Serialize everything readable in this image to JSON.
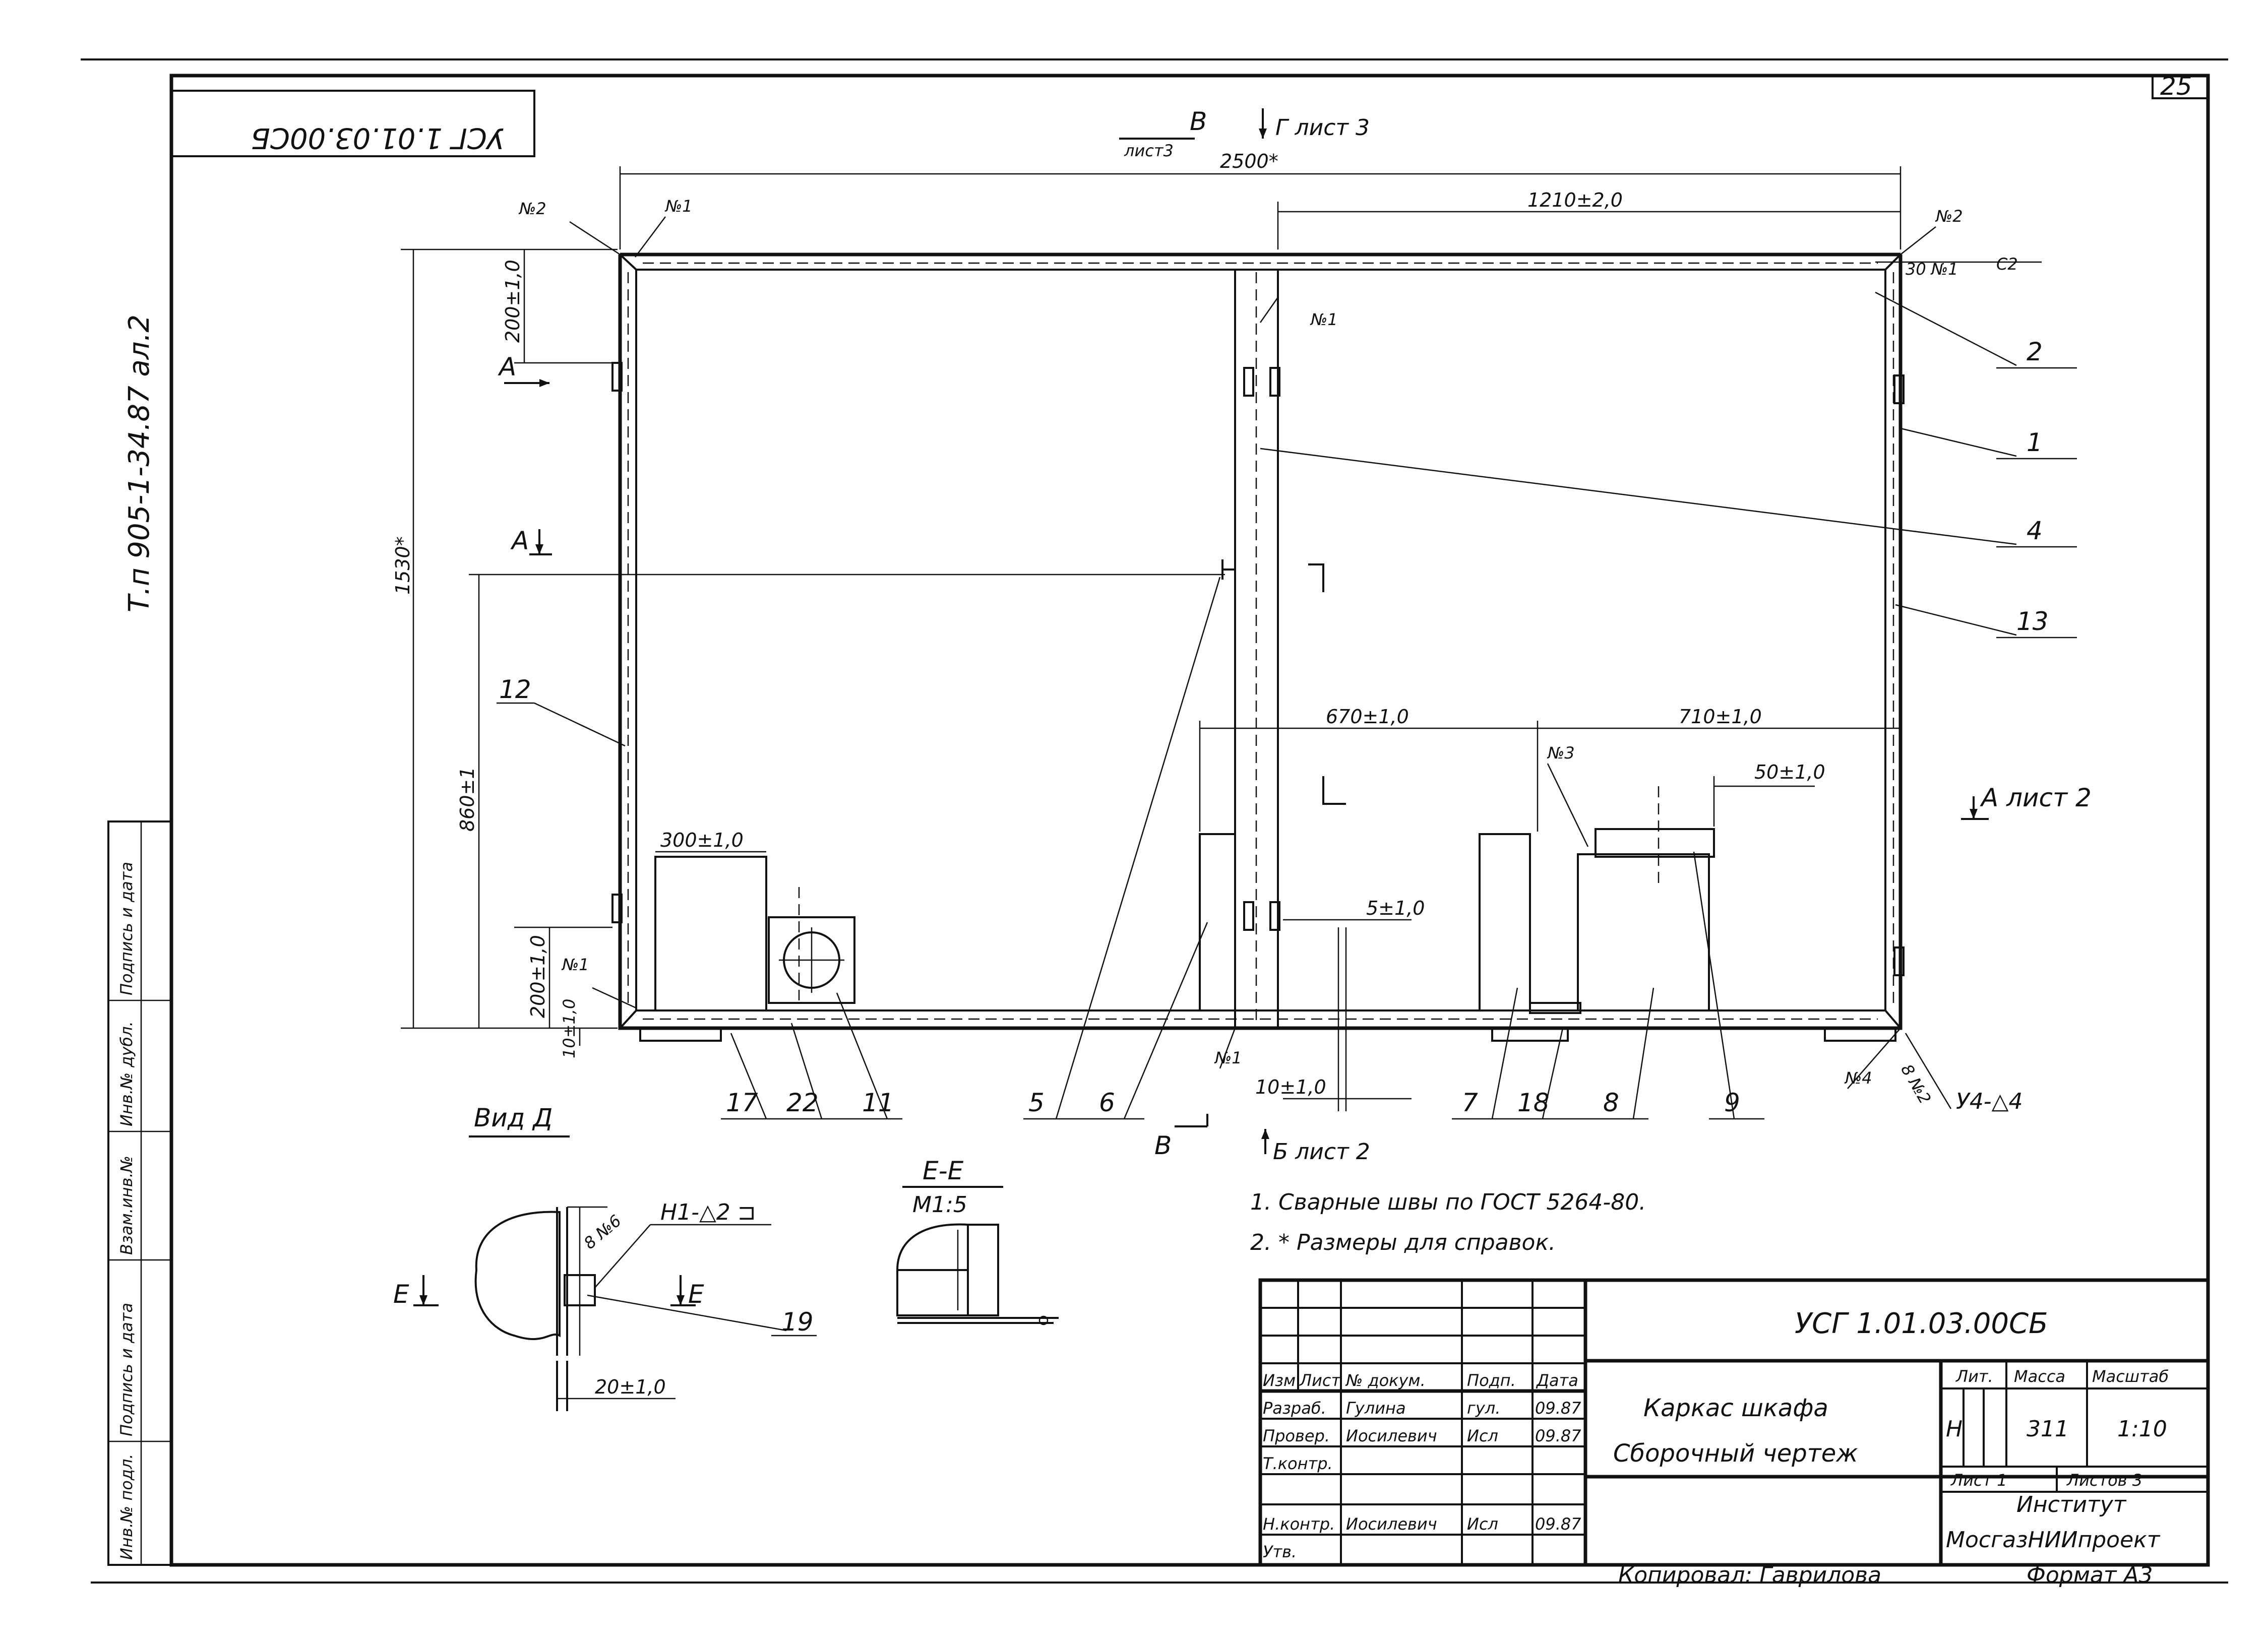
{
  "sheet_number": "25",
  "code_stamp_rotated": "УСГ 1.01.03.00СБ",
  "series_vertical": "Т.п 905-1-34.87 ал.2",
  "views": {
    "view_b_top": "В",
    "view_b_top_sheet": "лист3",
    "view_g_top": "Г лист 3",
    "section_a_left": "А",
    "section_a_mark": "А",
    "section_a_right": "А лист 2",
    "view_b_bottom": "В",
    "view_b_bottom_sheet": "Б лист 2",
    "view_d": "Вид Д",
    "section_ee": "Е-Е",
    "section_ee_scale": "М1:5",
    "e_left": "Е",
    "e_right": "Е"
  },
  "dimensions": {
    "overall_width": "2500*",
    "right_bay": "1210±2,0",
    "height_total": "1530*",
    "top_offset": "200±1,0",
    "mid_height": "860±1",
    "bottom_offset": "200±1,0",
    "base_gap": "10±1,0",
    "d300": "300±1,0",
    "d670": "670±1,0",
    "d710": "710±1,0",
    "d50": "50±1,0",
    "d5": "5±1,0",
    "d10": "10±1,0",
    "d20": "20±1,0"
  },
  "welds": {
    "w_top_left_2": "№2",
    "w_top_left_1": "№1",
    "w_top_mid_1": "№1",
    "w_top_right_2": "№2",
    "w_top_right_30": "30 №1",
    "w_top_right_c2": "С2",
    "w_mid_3": "№3",
    "w_bottom_left_1": "№1",
    "w_bottom_mid_1": "№1",
    "w_bottom_right_4": "№4",
    "w_bottom_right_8": "8 №2",
    "w_bottom_right_y4": "У4-△4",
    "w_detail_h1": "Н1-△2 ⊐",
    "w_detail_8": "8 №6"
  },
  "positions": [
    "1",
    "2",
    "4",
    "5",
    "6",
    "7",
    "8",
    "9",
    "11",
    "12",
    "13",
    "17",
    "18",
    "19",
    "22"
  ],
  "notes": [
    "1. Сварные швы по ГОСТ 5264-80.",
    "2. * Размеры для справок."
  ],
  "title_block": {
    "doc_code": "УСГ 1.01.03.00СБ",
    "name_line1": "Каркас шкафа",
    "name_line2": "Сборочный чертеж",
    "col_izm": "Изм",
    "col_list": "Лист",
    "col_doc": "№ докум.",
    "col_sign": "Подп.",
    "col_date": "Дата",
    "row_razrab": "Разраб.",
    "row_razrab_name": "Гулина",
    "row_razrab_sign": "гул.",
    "row_razrab_date": "09.87",
    "row_prov": "Провер.",
    "row_prov_name": "Иосилевич",
    "row_prov_sign": "Исл",
    "row_prov_date": "09.87",
    "row_tkontr": "Т.контр.",
    "row_nkontr": "Н.контр.",
    "row_nkontr_name": "Иосилевич",
    "row_nkontr_sign": "Исл",
    "row_nkontr_date": "09.87",
    "row_utv": "Утв.",
    "lit_label": "Лит.",
    "mass_label": "Масса",
    "scale_label": "Масштаб",
    "lit_value": "Н",
    "mass_value": "311",
    "scale_value": "1:10",
    "sheet_label": "Лист 1",
    "sheets_label": "Листов 3",
    "org_line1": "Институт",
    "org_line2": "МосгазНИИпроект",
    "copied": "Копировал: Гаврилова",
    "format": "Формат А3"
  },
  "side_stamp": [
    "Подпись и дата",
    "Инв.№ дубл.",
    "Взам.инв.№",
    "Подпись и дата",
    "Инв.№ подл."
  ]
}
